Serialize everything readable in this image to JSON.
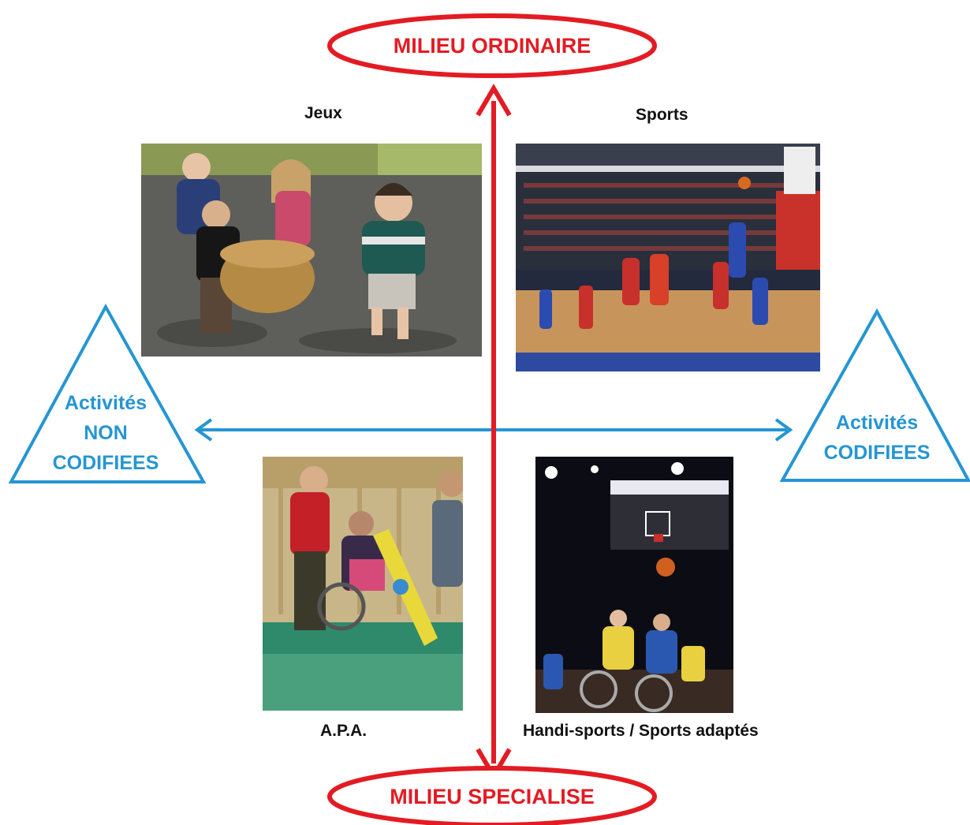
{
  "axes": {
    "top": "MILIEU  ORDINAIRE",
    "bottom": "MILIEU  SPECIALISE",
    "left": [
      "Activités",
      "NON",
      "CODIFIEES"
    ],
    "right": [
      "Activités",
      "CODIFIEES"
    ]
  },
  "quadrants": {
    "top_left": "Jeux",
    "top_right": "Sports",
    "bottom_left": "A.P.A.",
    "bottom_right": "Handi-sports /  Sports adaptés"
  },
  "colors": {
    "vertical_axis": "#e31b23",
    "horizontal_axis": "#2596d1"
  },
  "photos": {
    "top_left": "children-playing-with-basket",
    "top_right": "basketball-game-in-arena",
    "bottom_left": "adapted-activity-in-gym",
    "bottom_right": "wheelchair-basketball"
  }
}
